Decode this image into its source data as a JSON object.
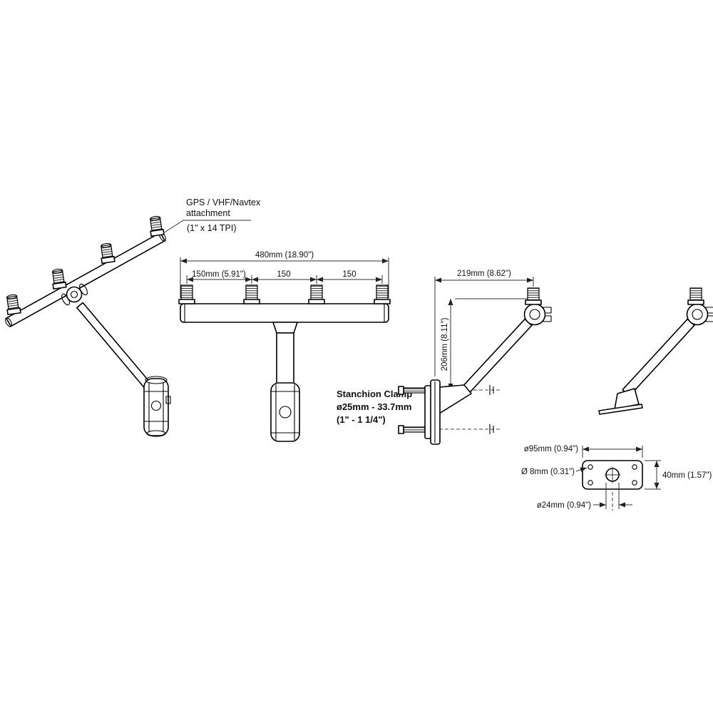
{
  "colors": {
    "ink": "#1a1a1a",
    "background": "#ffffff",
    "dimension": "#333333"
  },
  "drawing": {
    "attachment": {
      "line1": "GPS / VHF/Navtex",
      "line2": "attachment",
      "line3": "(1\" x 14 TPI)"
    },
    "front_view": {
      "dim_overall": "480mm (18.90\")",
      "dim_seg1": "150mm (5.91\")",
      "dim_seg2": "150",
      "dim_seg3": "150"
    },
    "side_view": {
      "dim_width": "219mm (8.62\")",
      "dim_height": "206mm (8.11\")"
    },
    "clamp": {
      "line1": "Stanchion Clamp",
      "line2": "ø25mm - 33.7mm",
      "line3": "(1\" - 1 1/4\")"
    },
    "base_plate": {
      "dim_diameter": "ø95mm (0.94\")",
      "dim_hole": "Ø 8mm (0.31\")",
      "dim_height": "40mm (1.57\")",
      "dim_center_hole": "ø24mm (0.94\")"
    }
  }
}
